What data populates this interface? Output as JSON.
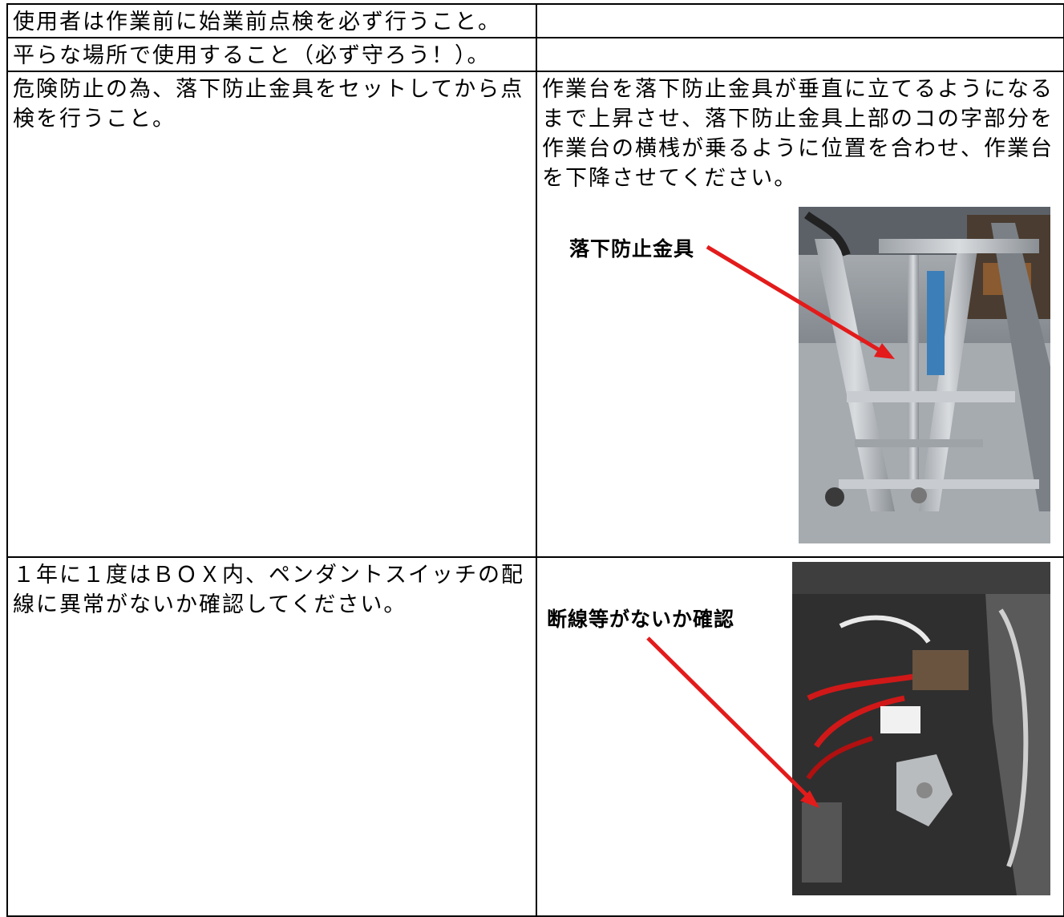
{
  "rows": [
    {
      "left_text": "使用者は作業前に始業前点検を必ず行うこと。",
      "right_text": ""
    },
    {
      "left_text": "平らな場所で使用すること（必ず守ろう！）。",
      "right_text": ""
    },
    {
      "left_text": "危険防止の為、落下防止金具をセットしてから点検を行うこと。",
      "right_text": "作業台を落下防止金具が垂直に立てるようになるまで上昇させ、落下防止金具上部のコの字部分を作業台の横桟が乗るように位置を合わせ、作業台を下降させてください。",
      "photo_label": "落下防止金具"
    },
    {
      "left_text": "１年に１度はＢＯＸ内、ペンダントスイッチの配線に異常がないか確認してください。",
      "right_text": "",
      "photo_label": "断線等がないか確認"
    }
  ],
  "colors": {
    "arrow": "#e31b1b",
    "border": "#000000"
  }
}
